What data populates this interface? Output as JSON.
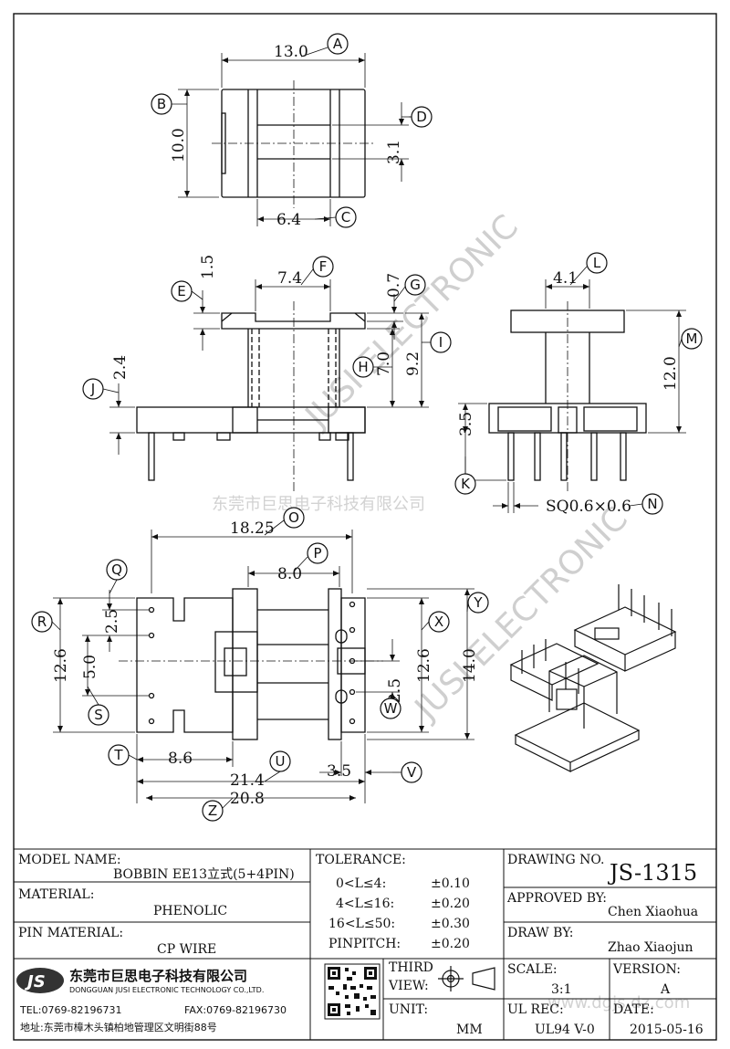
{
  "watermark": {
    "diag": "JUSI ELECTRONIC",
    "center": "东莞市巨思电子科技有限公司",
    "site": "www.dgjs.dz.com"
  },
  "dims": {
    "a": "13.0",
    "b": "10.0",
    "c": "6.4",
    "d": "3.1",
    "e": "1.5",
    "f": "7.4",
    "g": "0.7",
    "h": "7.0",
    "i": "9.2",
    "j": "2.4",
    "l": "4.1",
    "m": "12.0",
    "k": "3.5",
    "n": "SQ0.6×0.6",
    "o": "18.25",
    "p": "8.0",
    "q": "2.5",
    "r": "12.6",
    "s": "5.0",
    "t": "8.6",
    "u": "21.4",
    "v": "3.5",
    "w": "2.5",
    "x": "12.6",
    "y": "14.0",
    "z": "20.8"
  },
  "bubbles": [
    "A",
    "B",
    "C",
    "D",
    "E",
    "F",
    "G",
    "H",
    "I",
    "J",
    "K",
    "L",
    "M",
    "N",
    "O",
    "P",
    "Q",
    "R",
    "S",
    "T",
    "U",
    "V",
    "W",
    "X",
    "Y",
    "Z"
  ],
  "title_block": {
    "model_label": "MODEL NAME:",
    "model_value": "BOBBIN EE13立式(5+4PIN)",
    "material_label": "MATERIAL:",
    "material_value": "PHENOLIC",
    "pin_label": "PIN MATERIAL:",
    "pin_value": "CP WIRE",
    "tol_label": "TOLERANCE:",
    "tol_rows": [
      {
        "range": "0<L≤4:",
        "value": "±0.10"
      },
      {
        "range": "4<L≤16:",
        "value": "±0.20"
      },
      {
        "range": "16<L≤50:",
        "value": "±0.30"
      },
      {
        "range": "PINPITCH:",
        "value": "±0.20"
      }
    ],
    "drawing_label": "DRAWING NO.",
    "drawing_value": "JS-1315",
    "approved_label": "APPROVED BY:",
    "approved_value": "Chen Xiaohua",
    "draw_label": "DRAW BY:",
    "draw_value": "Zhao Xiaojun",
    "company_cn": "东莞市巨思电子科技有限公司",
    "company_en": "DONGGUAN JUSI ELECTRONIC TECHNOLOGY CO.,LTD.",
    "logo": "JS",
    "tel": "TEL:0769-82196731",
    "fax": "FAX:0769-82196730",
    "address": "地址:东莞市樟木头镇柏地管理区文明街88号",
    "third_label": "THIRD",
    "view_label": "VIEW:",
    "unit_label": "UNIT:",
    "unit_value": "MM",
    "scale_label": "SCALE:",
    "scale_value": "3:1",
    "ulrec_label": "UL REC:",
    "ulrec_value": "UL94 V-0",
    "version_label": "VERSION:",
    "version_value": "A",
    "date_label": "DATE:",
    "date_value": "2015-05-16"
  }
}
